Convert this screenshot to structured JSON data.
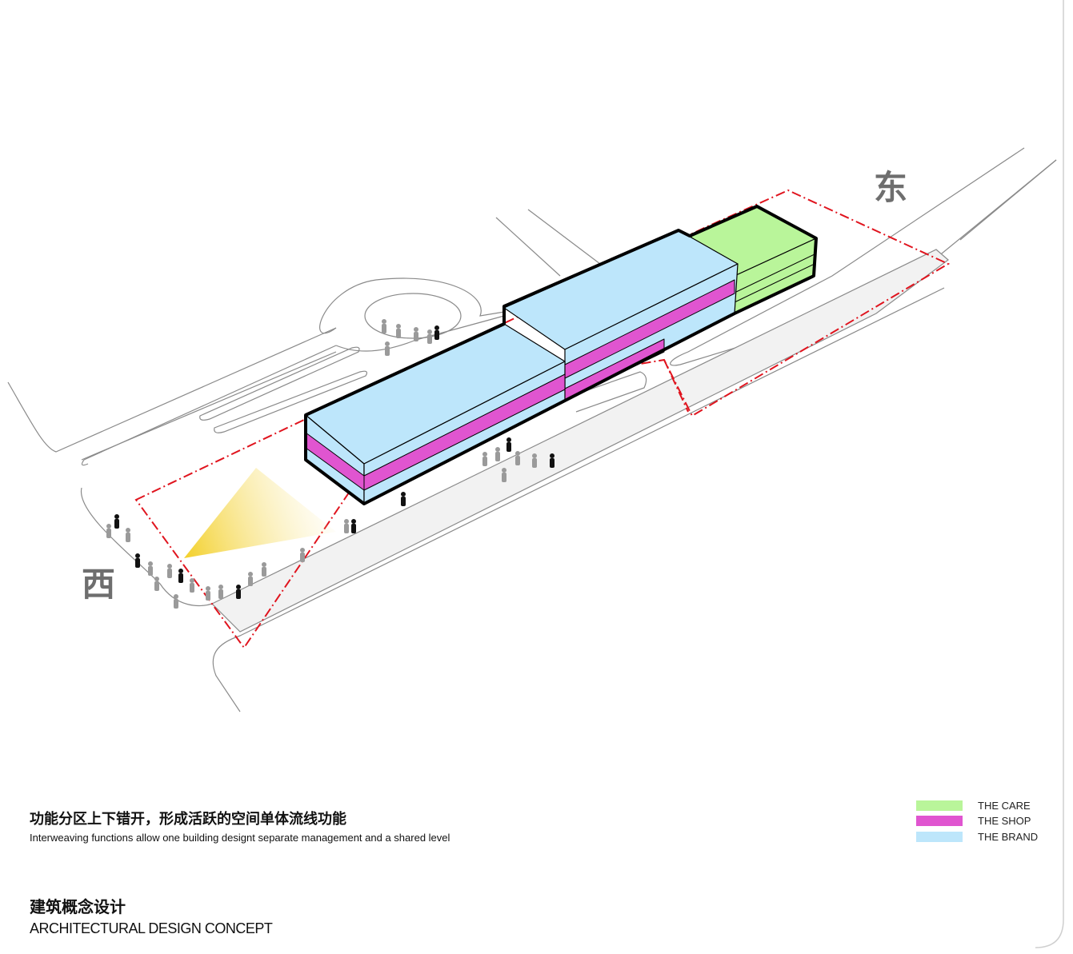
{
  "directions": {
    "east": "东",
    "west": "西"
  },
  "caption": {
    "zh": "功能分区上下错开，形成活跃的空间单体流线功能",
    "en": "Interweaving functions allow one building designt separate management and a shared level"
  },
  "title": {
    "zh": "建筑概念设计",
    "en": "ARCHITECTURAL DESIGN CONCEPT"
  },
  "legend": [
    {
      "label": "THE CARE",
      "color": "#b9f59a"
    },
    {
      "label": "THE SHOP",
      "color": "#e055d0"
    },
    {
      "label": "THE BRAND",
      "color": "#bde6fb"
    }
  ],
  "colors": {
    "care": "#b9f59a",
    "shop": "#e055d0",
    "brand": "#bde6fb",
    "site_boundary": "#e0141e",
    "walkway": "#f2f2f2",
    "road_line": "#8a8a8a",
    "outline": "#000000",
    "light_cone": "#f5d840"
  }
}
